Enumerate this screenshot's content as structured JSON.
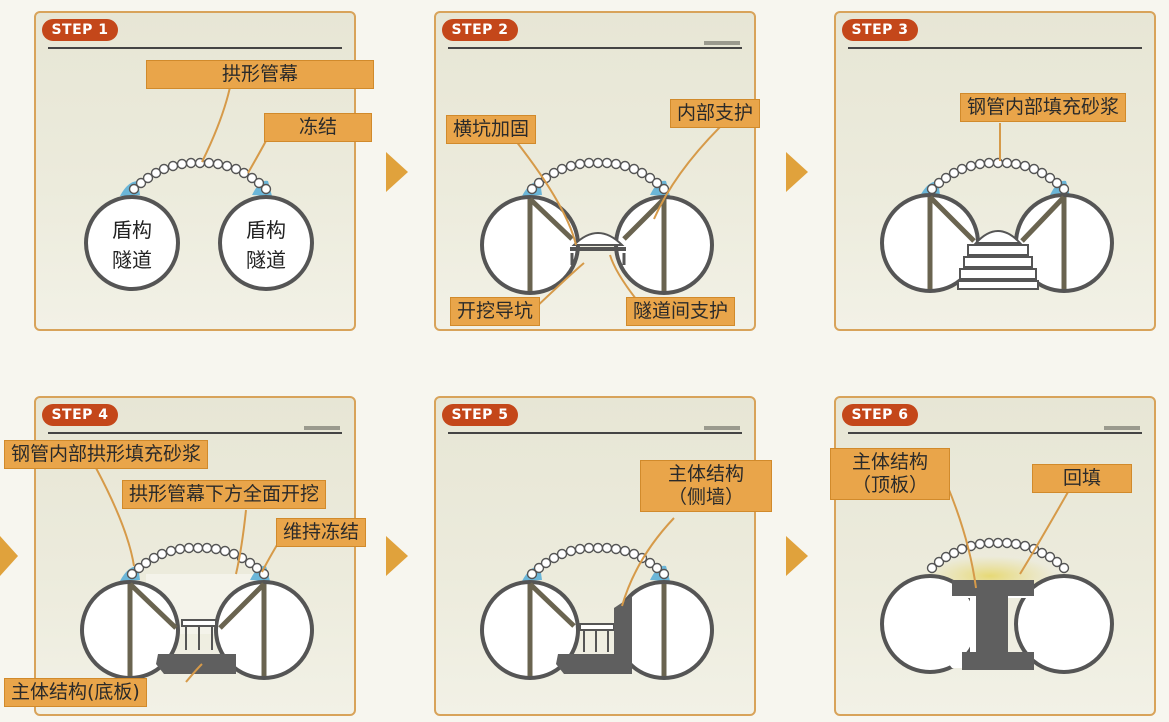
{
  "steps": [
    {
      "tag": "STEP 1",
      "labels": {
        "arch": "拱形管幕",
        "freeze": "冻结"
      },
      "tunnel_text": {
        "line1": "盾构",
        "line2": "隧道"
      }
    },
    {
      "tag": "STEP 2",
      "labels": {
        "cross": "横坑加固",
        "inner": "内部支护",
        "pilot": "开挖导坑",
        "between": "隧道间支护"
      }
    },
    {
      "tag": "STEP 3",
      "labels": {
        "grout": "钢管内部填充砂浆"
      }
    },
    {
      "tag": "STEP 4",
      "labels": {
        "arch_grout": "钢管内部拱形填充砂浆",
        "full_excavation": "拱形管幕下方全面开挖",
        "keep_freeze": "维持冻结",
        "base_slab": "主体结构(底板)"
      }
    },
    {
      "tag": "STEP 5",
      "labels": {
        "side_wall_1": "主体结构",
        "side_wall_2": "（侧墙）"
      }
    },
    {
      "tag": "STEP 6",
      "labels": {
        "roof_1": "主体结构",
        "roof_2": "（顶板）",
        "backfill": "回填"
      }
    }
  ],
  "colors": {
    "step_badge": "#c4471a",
    "label_fill": "#e9a54a",
    "panel_border": "#d8a35a",
    "arrow": "#e0a23c",
    "freeze": "#6bb6d8",
    "structure": "#5f5f5f",
    "backfill": "#e9dc8a"
  }
}
